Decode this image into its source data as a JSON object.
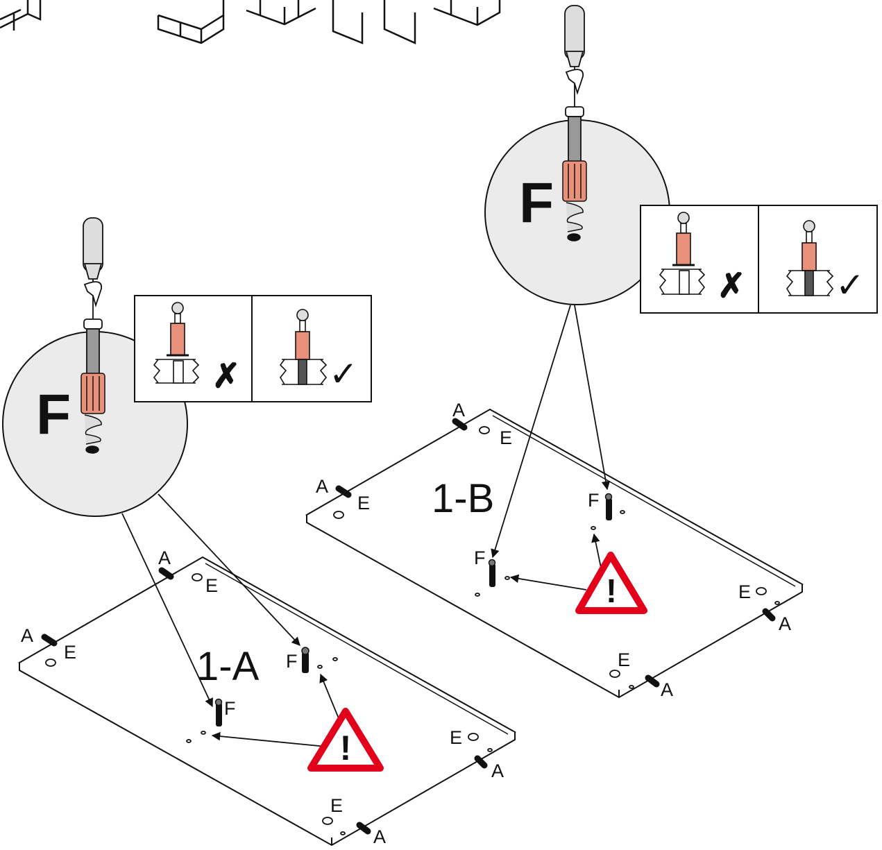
{
  "diagram": {
    "part_letter": "F",
    "step_a": {
      "title": "1-A",
      "label_a_1": "A",
      "label_a_2": "A",
      "label_a_3": "A",
      "label_a_4": "A",
      "label_e_1": "E",
      "label_e_2": "E",
      "label_e_3": "E",
      "label_e_4": "E",
      "label_f_1": "F",
      "label_f_2": "F",
      "zoom_label": "F"
    },
    "step_b": {
      "title": "1-B",
      "label_a_1": "A",
      "label_a_2": "A",
      "label_a_3": "A",
      "label_a_4": "A",
      "label_e_1": "E",
      "label_e_2": "E",
      "label_e_3": "E",
      "label_e_4": "E",
      "label_f_1": "F",
      "label_f_2": "F",
      "zoom_label": "F"
    },
    "correct_mark": "✓",
    "wrong_mark": "✗",
    "warning_mark": "!",
    "colors": {
      "warning_red": "#e3001b",
      "cam_orange": "#e8907a",
      "zoom_fill": "#ebebeb",
      "line": "#111111"
    }
  }
}
